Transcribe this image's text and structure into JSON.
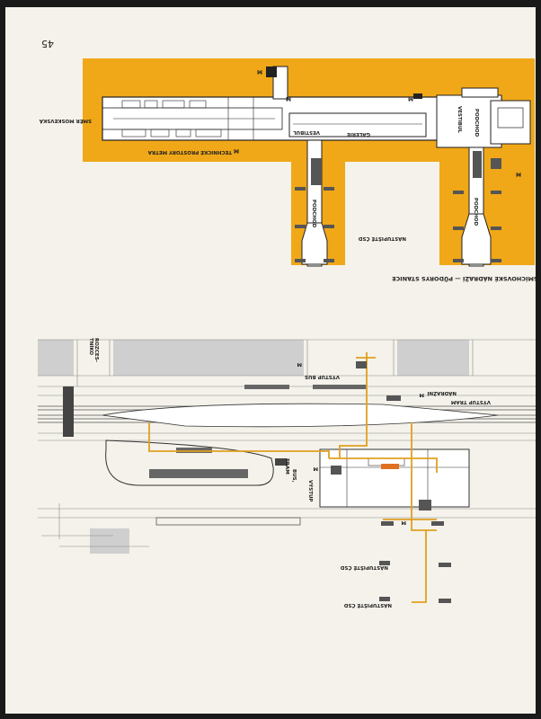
{
  "page_number": "45",
  "caption": "SMÍCHOVSKÉ NÁDRAŽÍ — PŮDORYS STANICE",
  "colors": {
    "accent": "#f0a818",
    "line": "#e0a020",
    "ink": "#222222",
    "paper": "#f4f2ea",
    "block": "#cfcfcf"
  },
  "plan": {
    "direction_label": "SMĚR MOSKEVSKÁ",
    "tech_label": "TECHNICKÉ PROSTORY METRA",
    "vestibul_left": "VESTIBUL",
    "galerie": "GALERIE",
    "vestibul_right": "VESTIBUL",
    "pochod_top": "PODCHOD",
    "pochod_left": "PODCHOD",
    "pochod_right": "PODCHOD",
    "nastupiste": "NÁSTUPIŠTĚ ČSD",
    "metro_mark": "M"
  },
  "map": {
    "rozcestnik": "ROZCES-",
    "rozcestnik2": "TNÍKO",
    "vystup_bus": "VÝSTUP BUS",
    "nadrazni": "NÁDRAŽNÍ",
    "vystup_tram": "VÝSTUP TRAM",
    "vystup_bus_tram_1": "VÝSTUP",
    "vystup_bus_tram_2": "BUS,",
    "vystup_bus_tram_3": "TRAM",
    "nastupiste_1": "NÁSTUPIŠTĚ ČSD",
    "nastupiste_2": "NÁSTUPIŠTĚ ČSD",
    "metro_mark": "M"
  }
}
